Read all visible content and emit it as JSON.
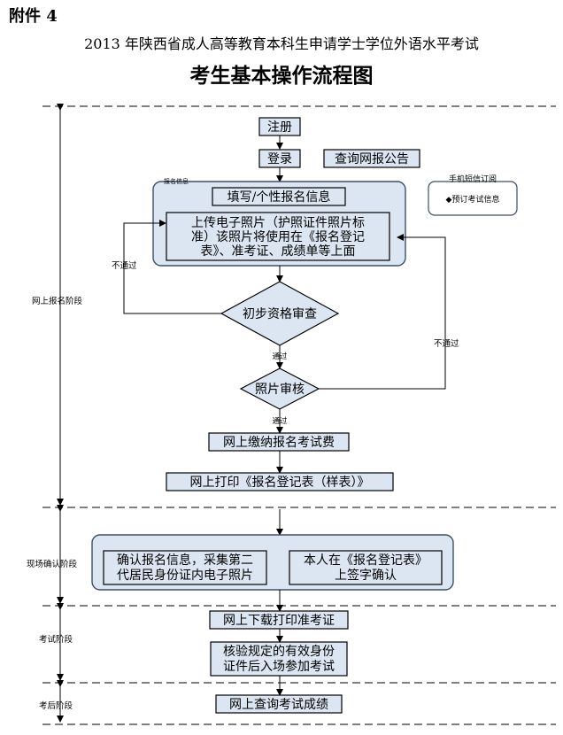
{
  "header": {
    "attachment": "附件 4",
    "subtitle": "2013 年陕西省成人高等教育本科生申请学士学位外语水平考试",
    "title": "考生基本操作流程图"
  },
  "stages": {
    "online": "网上报名阶段",
    "onsite": "现场确认阶段",
    "exam": "考试阶段",
    "after": "考后阶段"
  },
  "nodes": {
    "register": "注册",
    "login": "登录",
    "query_notice": "查询网报公告",
    "info_group_label": "报名信息",
    "fill_info": "填写/个性报名信息",
    "upload_photo": [
      "上传电子照片（护照证件照片标",
      "准）该照片将使用在《报名登记",
      "表》、准考证、成绩单等上面"
    ],
    "sms_title": "手机短信订阅",
    "sms_item": "◆预订考试信息",
    "initial_review": "初步资格审查",
    "photo_review": "照片审核",
    "pay_fee": "网上缴纳报名考试费",
    "print_form": "网上打印《报名登记表（样表）》",
    "confirm_info": [
      "确认报名信息，采集第二",
      "代居民身份证内电子照片"
    ],
    "sign_confirm": [
      "本人在《报名登记表》",
      "上签字确认"
    ],
    "download_ticket": "网上下载打印准考证",
    "verify_id": [
      "核验规定的有效身份",
      "证件后入场参加考试"
    ],
    "query_score": "网上查询考试成绩"
  },
  "edges": {
    "fail_left": "不通过",
    "fail_right": "不通过",
    "pass_1": "通过",
    "pass_2": "通过"
  },
  "colors": {
    "box_fill": "#dce6f2",
    "group_border": "#3d4f66"
  }
}
